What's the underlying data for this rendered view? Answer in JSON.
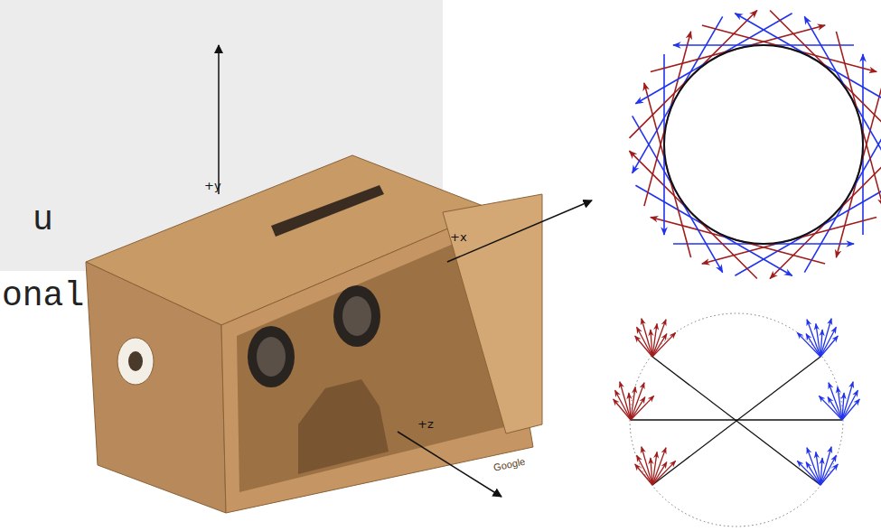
{
  "diagram": {
    "labels": [
      "+y",
      "+x",
      "+z",
      "Google",
      "u",
      "onal"
    ]
  }
}
